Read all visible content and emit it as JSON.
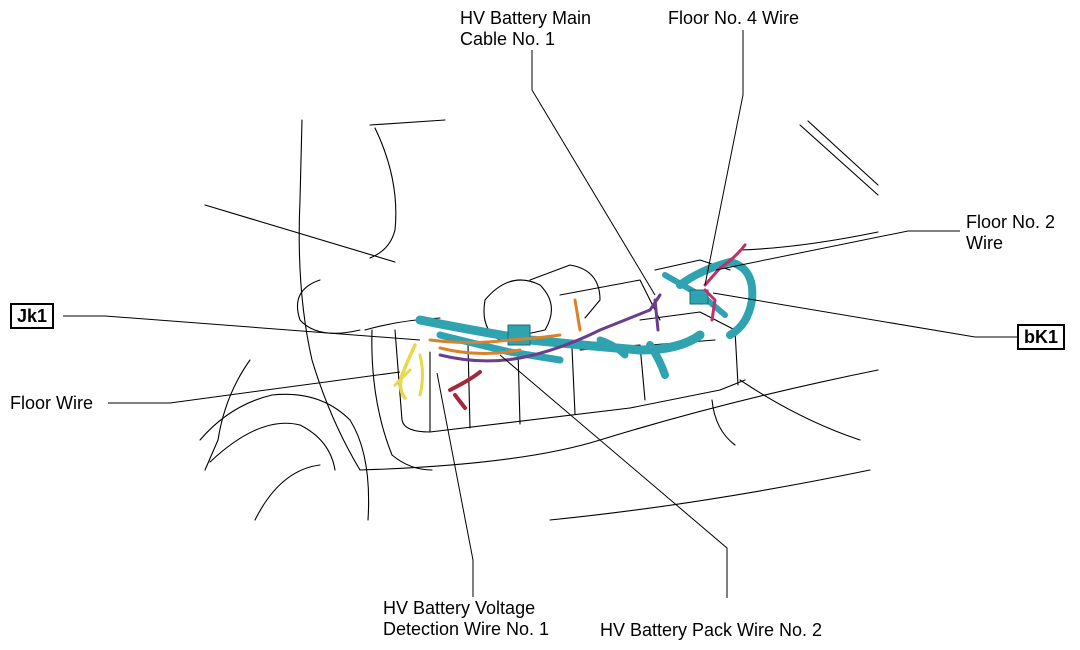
{
  "labels": {
    "main_cable": [
      "HV Battery Main",
      "Cable No. 1"
    ],
    "floor4": "Floor No. 4 Wire",
    "floor2": [
      "Floor No. 2",
      "Wire"
    ],
    "floor_wire": "Floor Wire",
    "voltage_detection": [
      "HV Battery Voltage",
      "Detection Wire No. 1"
    ],
    "pack_wire": "HV Battery Pack Wire No. 2"
  },
  "connectors": {
    "left": "Jk1",
    "right": "bK1"
  },
  "colors": {
    "harness_teal": "#2fa3b0",
    "harness_orange": "#d9822b",
    "harness_purple": "#6a3d8f",
    "harness_yellow": "#e8d84a",
    "harness_magenta": "#c2306b",
    "harness_red": "#a5283a"
  }
}
